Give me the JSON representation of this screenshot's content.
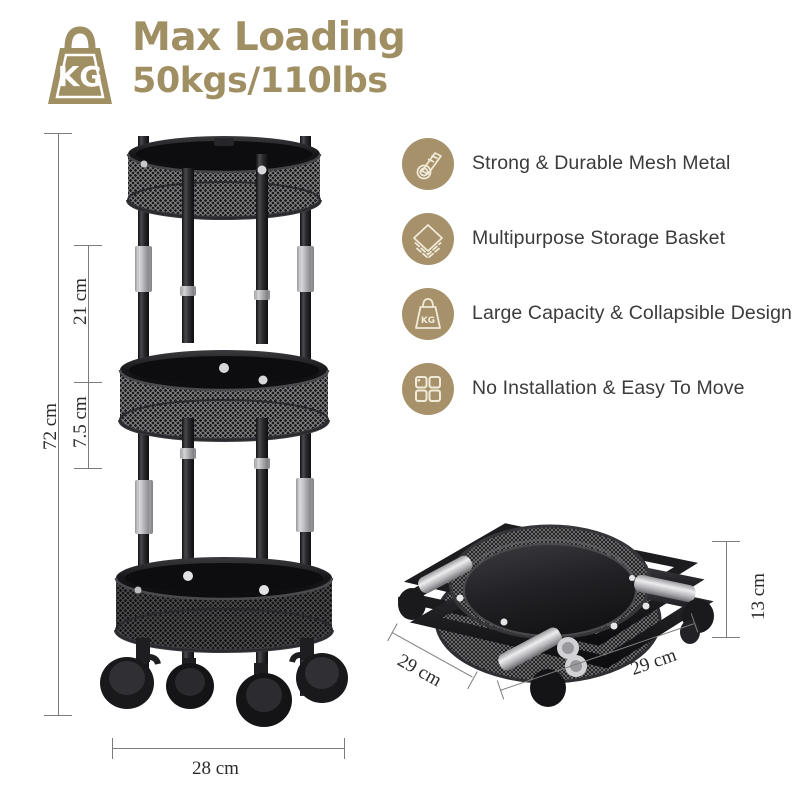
{
  "header": {
    "badge_icon": "kg-weight-icon",
    "badge_text": "KG",
    "title": "Max Loading",
    "value": "50kgs/110lbs",
    "accent_color": "#a08f63"
  },
  "features": {
    "accent_color": "#a6916a",
    "text_color": "#3b3b3b",
    "items": [
      {
        "icon": "metal-tube-icon",
        "label": "Strong & Durable Mesh Metal"
      },
      {
        "icon": "stacked-layers-icon",
        "label": "Multipurpose Storage Basket"
      },
      {
        "icon": "kg-weight-icon",
        "label": "Large Capacity & Collapsible Design"
      },
      {
        "icon": "grid-four-icon",
        "label": "No Installation & Easy To Move"
      }
    ]
  },
  "product": {
    "assembled": {
      "name": "3-tier round rolling storage cart",
      "tiers": 3,
      "wheels": 4,
      "color": "#2a2a2c"
    },
    "folded": {
      "name": "collapsed flat-folded cart",
      "color": "#2a2a2c"
    }
  },
  "dimensions": {
    "unit": "cm",
    "assembled": [
      {
        "name": "total-height",
        "label": "72 cm",
        "value": 72
      },
      {
        "name": "tier-spacing",
        "label": "21 cm",
        "value": 21
      },
      {
        "name": "basket-depth",
        "label": "7.5 cm",
        "value": 7.5
      },
      {
        "name": "base-diameter",
        "label": "28 cm",
        "value": 28
      }
    ],
    "folded": [
      {
        "name": "folded-width",
        "label": "29 cm",
        "value": 29
      },
      {
        "name": "folded-depth",
        "label": "29 cm",
        "value": 29
      },
      {
        "name": "folded-height",
        "label": "13 cm",
        "value": 13
      }
    ]
  }
}
